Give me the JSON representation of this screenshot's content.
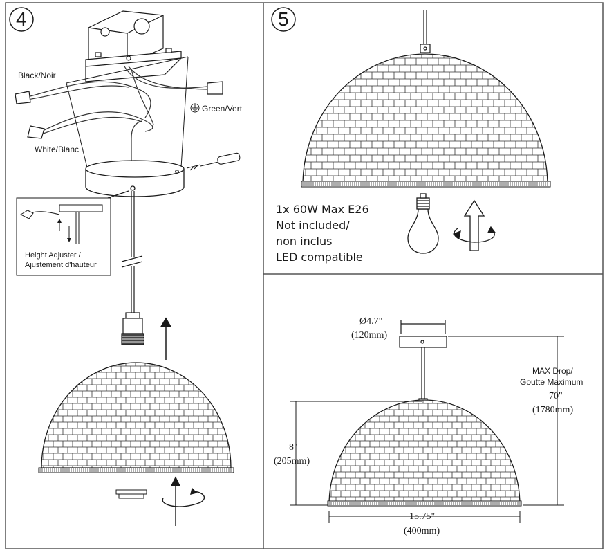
{
  "steps": {
    "step4": {
      "number": "4"
    },
    "step5": {
      "number": "5"
    }
  },
  "wiring": {
    "black_label": "Black/Noir",
    "white_label": "White/Blanc",
    "ground_label": "Green/Vert",
    "ground_icon": "ground-symbol-icon"
  },
  "height_adjuster": {
    "label_line1": "Height Adjuster /",
    "label_line2": "Ajustement d'hauteur"
  },
  "bulb_spec": {
    "line1": "1x 60W Max E26",
    "line2": "Not included/",
    "line3": "non inclus",
    "line4": "LED compatible"
  },
  "dimensions": {
    "canopy_diameter_in": "Ø4.7\"",
    "canopy_diameter_mm": "(120mm)",
    "shade_height_in": "8\"",
    "shade_height_mm": "(205mm)",
    "shade_width_in": "15.75\"",
    "shade_width_mm": "(400mm)",
    "max_drop_label1": "MAX Drop/",
    "max_drop_label2": "Goutte Maximum",
    "max_drop_in": "70\"",
    "max_drop_mm": "(1780mm)"
  },
  "colors": {
    "line": "#1a1a1a",
    "border": "#555555"
  }
}
